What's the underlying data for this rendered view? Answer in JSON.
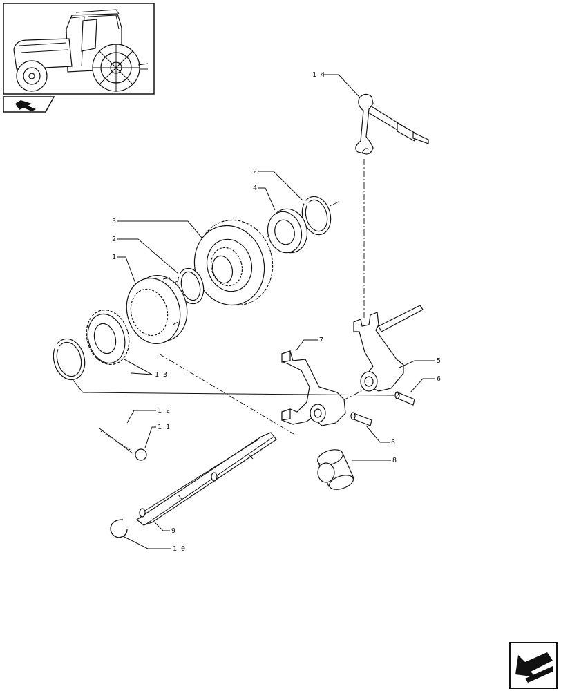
{
  "thumbnail": {
    "icon": "tractor-icon"
  },
  "nav_icon": "arrow-left-icon",
  "callouts": {
    "p14": "1 4",
    "p2a": "2",
    "p4": "4",
    "p3": "3",
    "p2b": "2",
    "p1": "1",
    "p7": "7",
    "p5": "5",
    "p6a": "6",
    "p13": "1 3",
    "p2c": "2",
    "p12": "1 2",
    "p11": "1 1",
    "p6b": "6",
    "p8": "8",
    "p9": "9",
    "p10": "1 0"
  }
}
